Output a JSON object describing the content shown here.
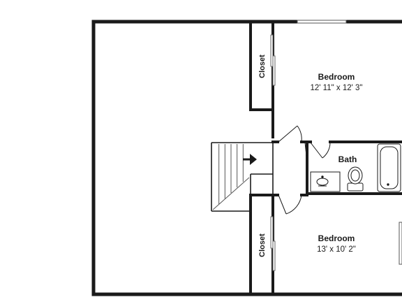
{
  "rooms": {
    "bedroom_top": {
      "name": "Bedroom",
      "dimensions": "12' 11\" x 12' 3\""
    },
    "bedroom_bottom": {
      "name": "Bedroom",
      "dimensions": "13' x 10' 2\""
    },
    "bath": {
      "name": "Bath"
    },
    "closet_top": {
      "name": "Closet"
    },
    "closet_bottom": {
      "name": "Closet"
    }
  },
  "colors": {
    "wall": "#1a1a1a",
    "line": "#555555",
    "fill": "#ffffff"
  }
}
